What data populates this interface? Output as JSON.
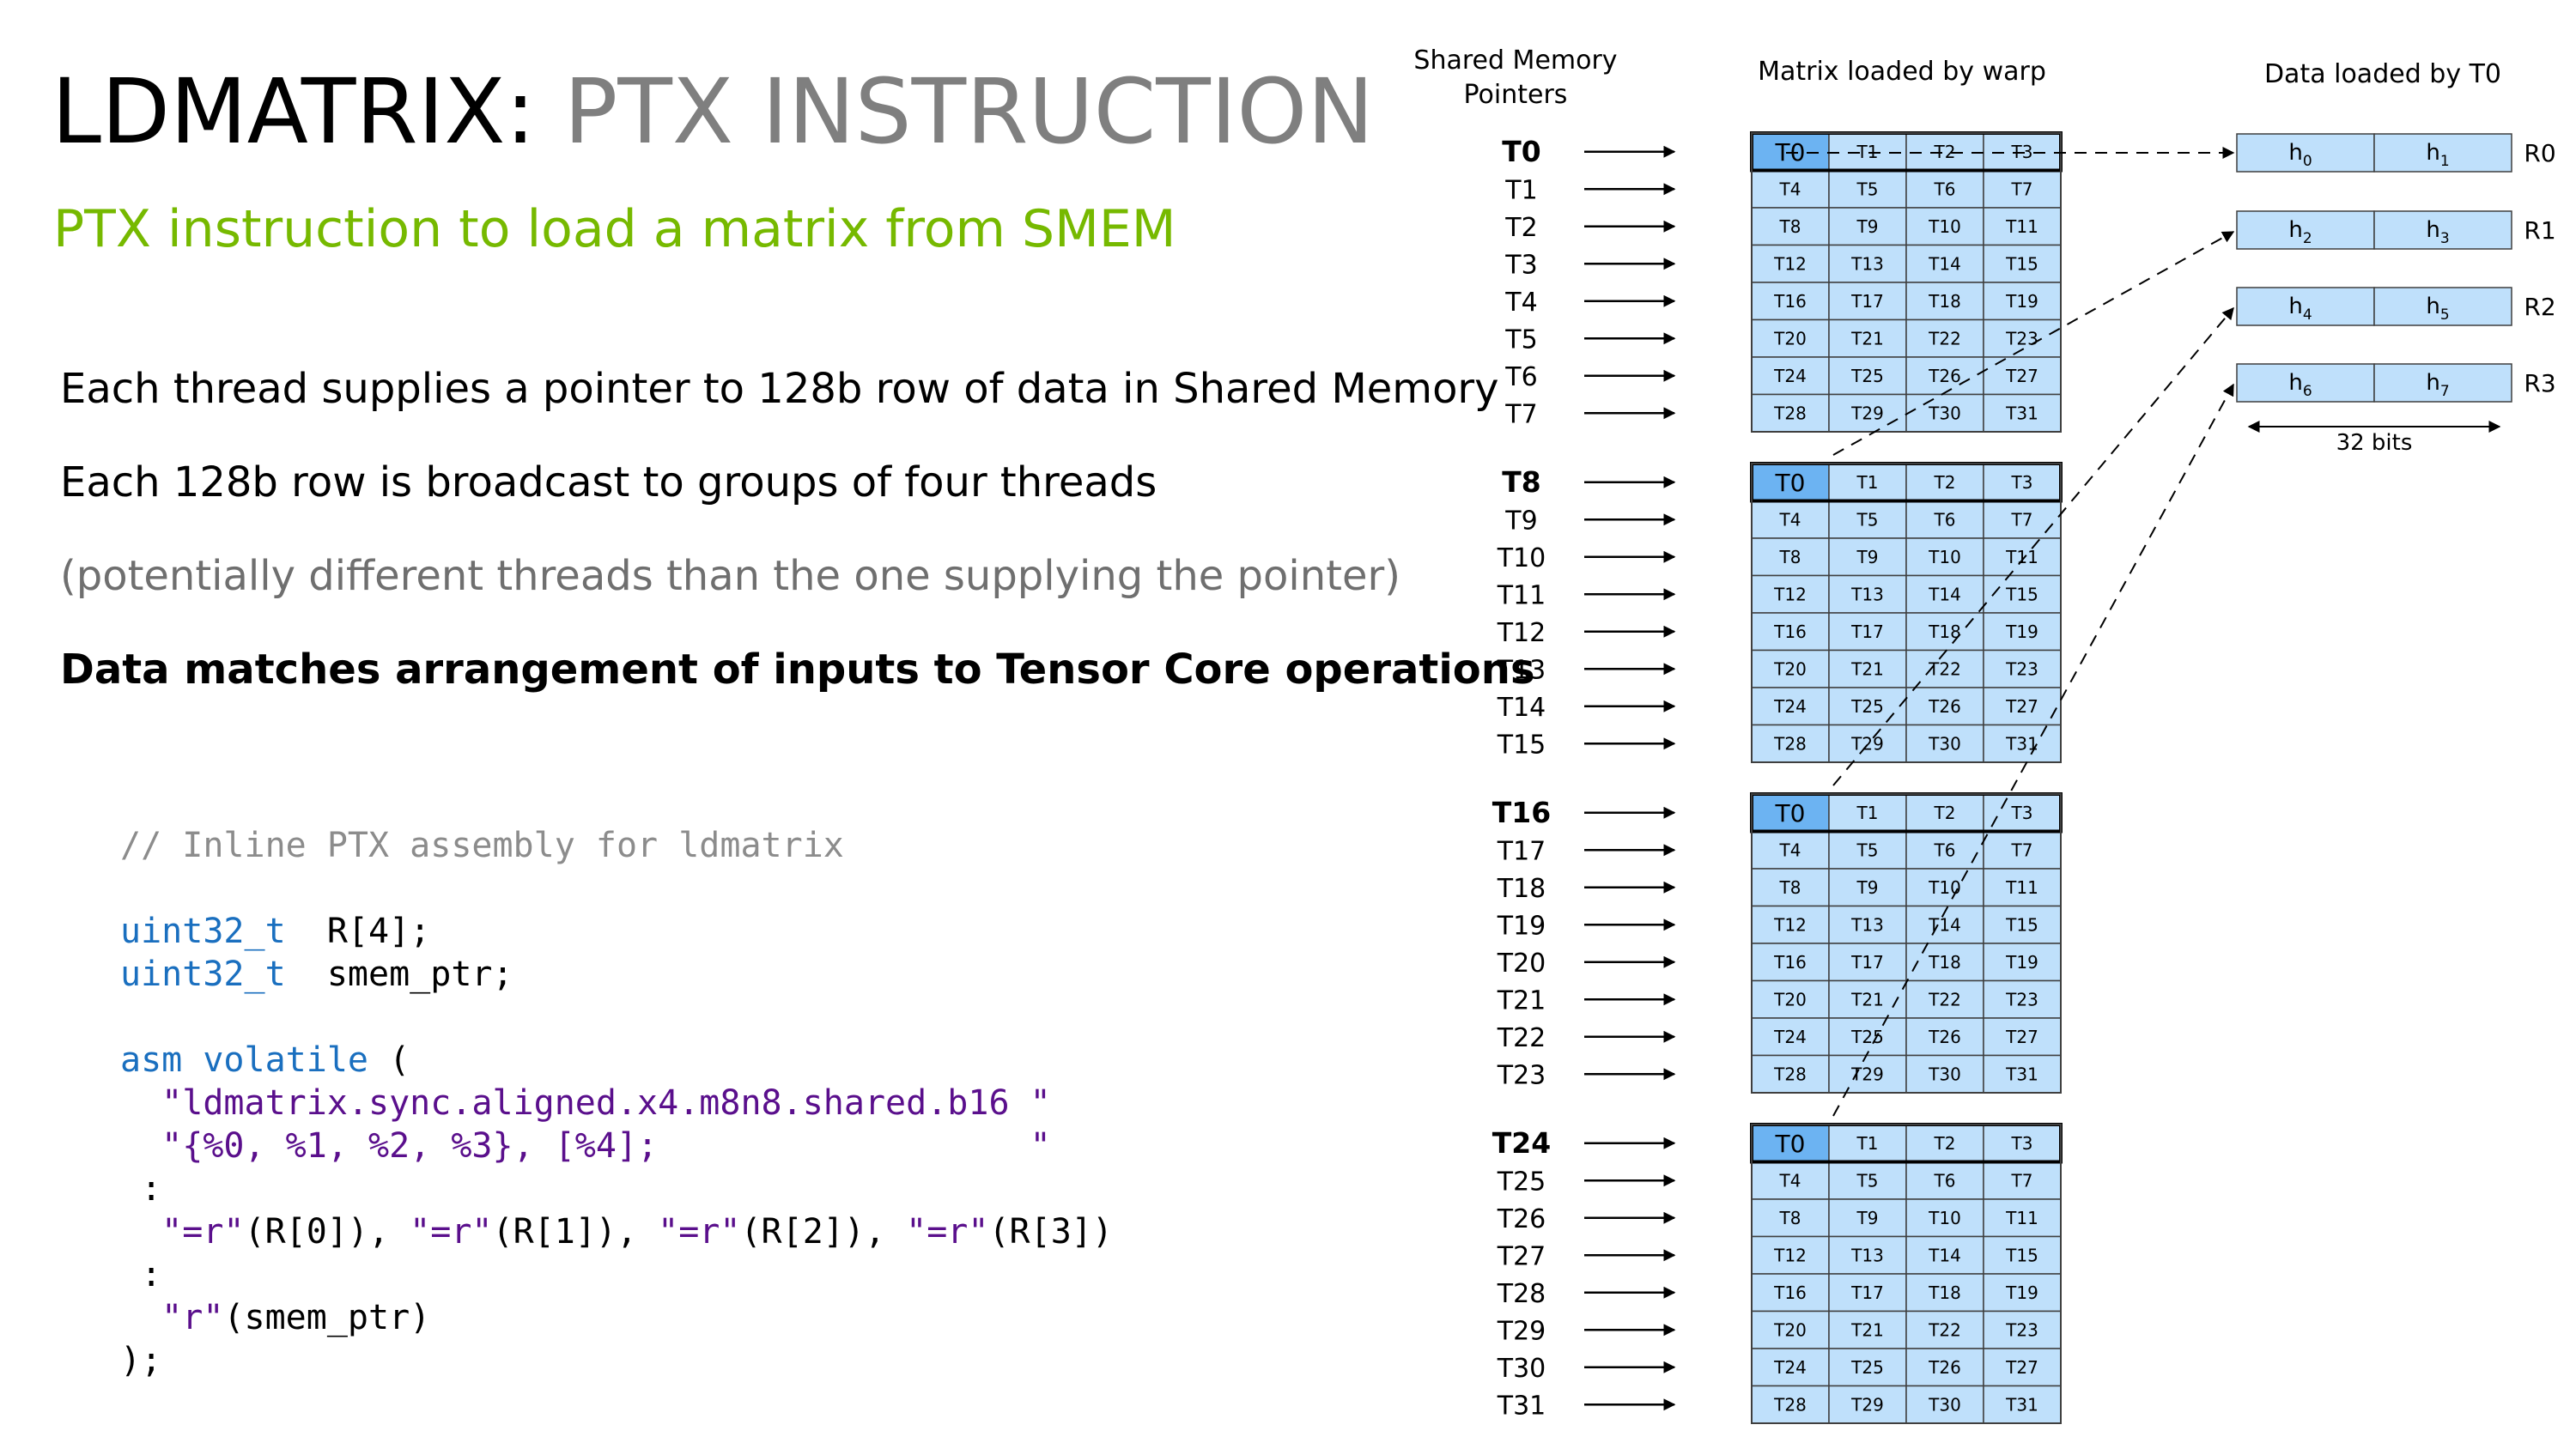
{
  "title": {
    "main": "LDMATRIX:",
    "rest": "PTX INSTRUCTION"
  },
  "subtitle": "PTX instruction to load a matrix from SMEM",
  "bullets": [
    "Each thread supplies a pointer to 128b row of data in Shared Memory",
    "Each 128b row is broadcast to groups of four threads",
    "(potentially different threads than the one supplying the pointer)",
    "Data matches arrangement of inputs to Tensor Core operations"
  ],
  "code": {
    "comment": "// Inline PTX assembly for ldmatrix",
    "type1": "uint32_t",
    "decl1": "  R[4];",
    "type2": "uint32_t",
    "decl2": "  smem_ptr;",
    "asm_kw": "asm volatile",
    "asm_open": " (",
    "str1": "  \"ldmatrix.sync.aligned.x4.m8n8.shared.b16 \"",
    "str2": "  \"{%0, %1, %2, %3}, [%4];                  \"",
    "colon1": " :",
    "out_s1": "  \"=r\"",
    "out_a1": "(R[0]), ",
    "out_s2": "\"=r\"",
    "out_a2": "(R[1]), ",
    "out_s3": "\"=r\"",
    "out_a3": "(R[2]), ",
    "out_s4": "\"=r\"",
    "out_a4": "(R[3])",
    "colon2": " :",
    "in_s": "  \"r\"",
    "in_a": "(smem_ptr)",
    "close": ");"
  },
  "diagram": {
    "pointers_heading": [
      "Shared Memory",
      "Pointers"
    ],
    "matrix_heading": "Matrix loaded by warp",
    "data_heading": "Data loaded by T0",
    "pointer_labels": [
      "T0",
      "T1",
      "T2",
      "T3",
      "T4",
      "T5",
      "T6",
      "T7",
      "T8",
      "T9",
      "T10",
      "T11",
      "T12",
      "T13",
      "T14",
      "T15",
      "T16",
      "T17",
      "T18",
      "T19",
      "T20",
      "T21",
      "T22",
      "T23",
      "T24",
      "T25",
      "T26",
      "T27",
      "T28",
      "T29",
      "T30",
      "T31"
    ],
    "bold_pointers": [
      "T0",
      "T8",
      "T16",
      "T24"
    ],
    "matrix_cells": [
      "T0",
      "T1",
      "T2",
      "T3",
      "T4",
      "T5",
      "T6",
      "T7",
      "T8",
      "T9",
      "T10",
      "T11",
      "T12",
      "T13",
      "T14",
      "T15",
      "T16",
      "T17",
      "T18",
      "T19",
      "T20",
      "T21",
      "T22",
      "T23",
      "T24",
      "T25",
      "T26",
      "T27",
      "T28",
      "T29",
      "T30",
      "T31"
    ],
    "matrix_count": 4,
    "registers": [
      {
        "name": "R0",
        "halves": [
          [
            "h",
            "0"
          ],
          [
            "h",
            "1"
          ]
        ]
      },
      {
        "name": "R1",
        "halves": [
          [
            "h",
            "2"
          ],
          [
            "h",
            "3"
          ]
        ]
      },
      {
        "name": "R2",
        "halves": [
          [
            "h",
            "4"
          ],
          [
            "h",
            "5"
          ]
        ]
      },
      {
        "name": "R3",
        "halves": [
          [
            "h",
            "6"
          ],
          [
            "h",
            "7"
          ]
        ]
      }
    ],
    "width_label": "32 bits",
    "colors": {
      "cell_fill": "#bfe0fb",
      "highlight_fill": "#6cb3f2",
      "cell_stroke": "#3f3f3f",
      "arrow": "#000000"
    }
  }
}
